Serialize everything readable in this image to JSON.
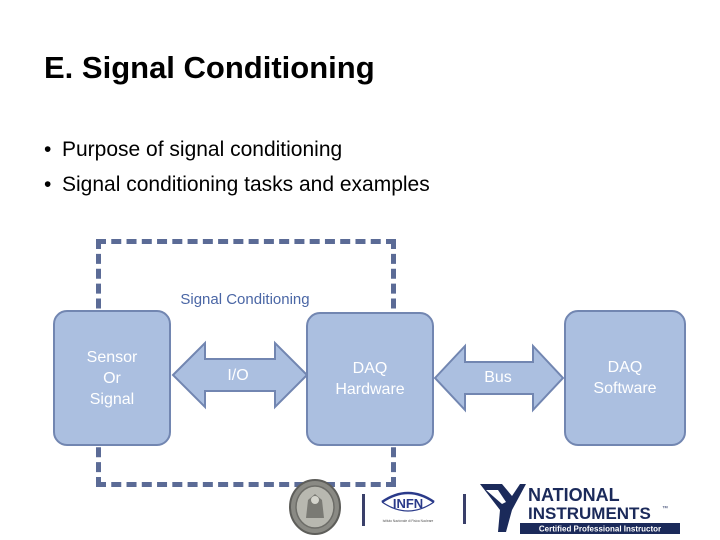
{
  "slide": {
    "title": "E. Signal Conditioning",
    "bullets": [
      "Purpose of signal conditioning",
      "Signal conditioning tasks and examples"
    ]
  },
  "diagram": {
    "conditioning_label": "Signal Conditioning",
    "sensor_lines": [
      "Sensor",
      "Or",
      "Signal"
    ],
    "io_label": "I/O",
    "daq_hardware_lines": [
      "DAQ",
      "Hardware"
    ],
    "bus_label": "Bus",
    "daq_software_lines": [
      "DAQ",
      "Software"
    ]
  },
  "logos": {
    "infn_text": "INFN",
    "infn_subtext": "Istituto Nazionale di Fisica Nucleare",
    "ni_line1": "NATIONAL",
    "ni_line2": "INSTRUMENTS",
    "ni_tm": "™",
    "ni_cert": "Certified Professional Instructor"
  },
  "colors": {
    "box_fill": "#abbfe0",
    "box_border": "#7286b1",
    "dashed_border": "#5b6b96",
    "label_blue": "#4a66a5",
    "ni_navy": "#1b2a5a"
  }
}
